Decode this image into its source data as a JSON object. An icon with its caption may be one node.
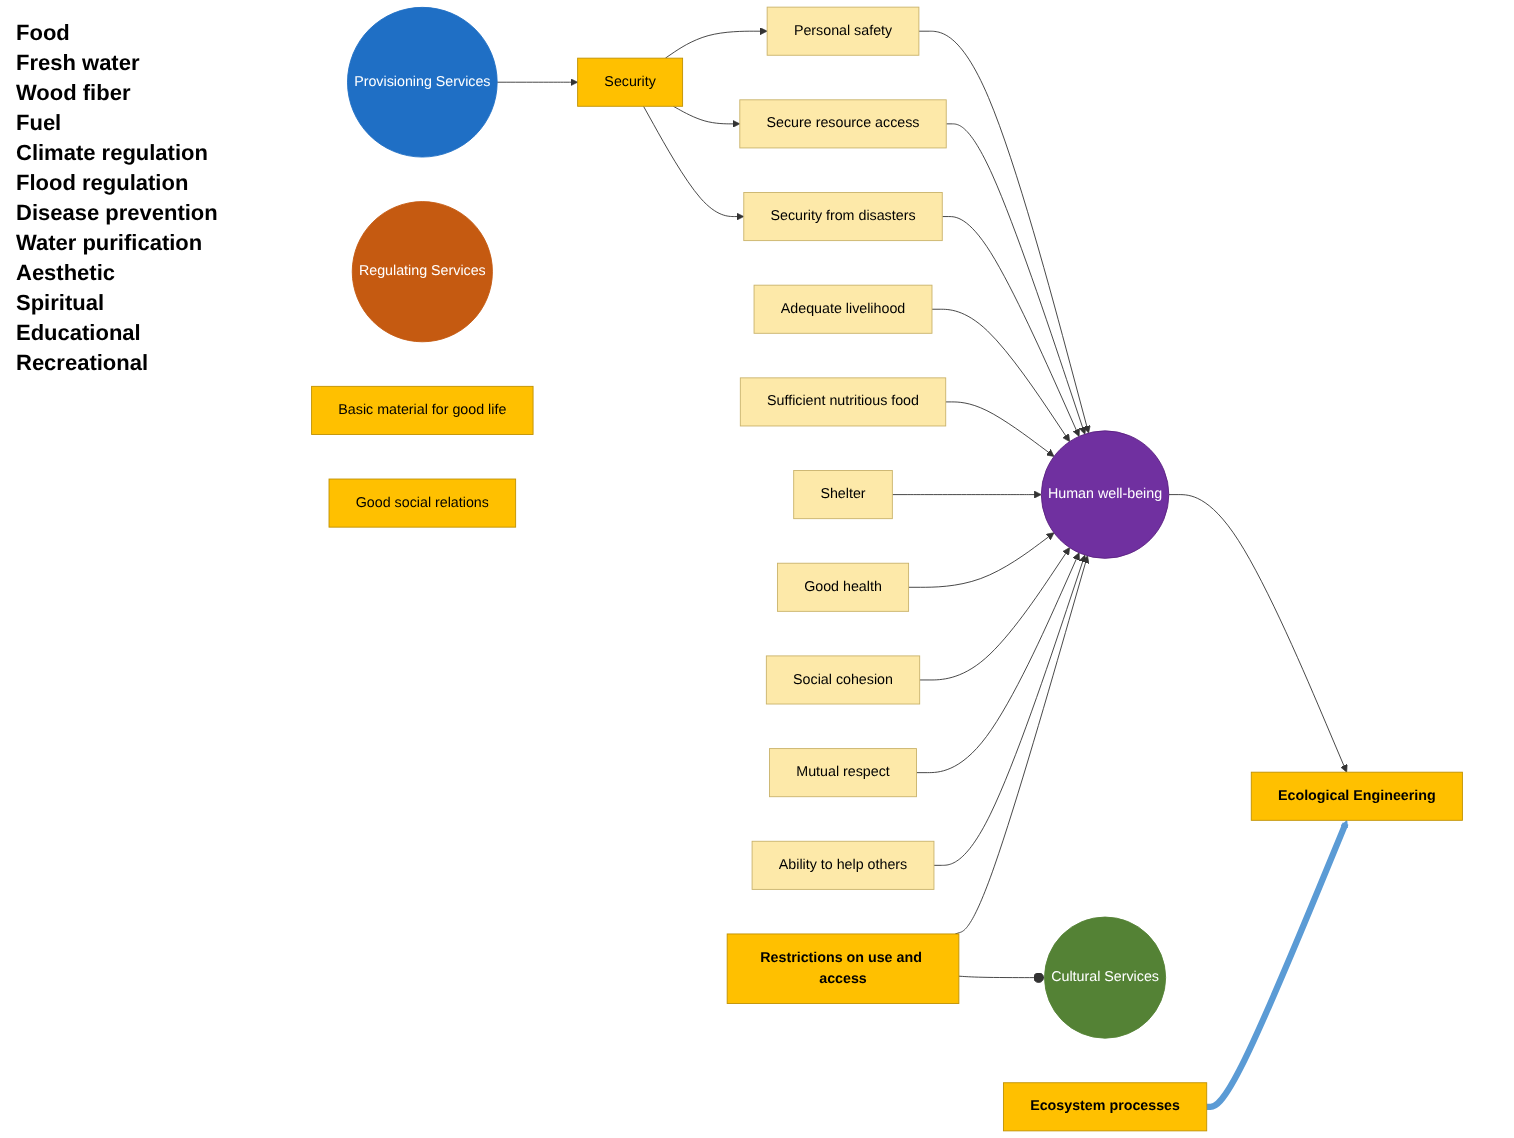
{
  "diagram": {
    "nodes": [
      {
        "text": [
          "Ecosystem processes"
        ]
      },
      {
        "text": [
          "Ecological Engineering"
        ]
      },
      {
        "text": [
          "Provisioning Services"
        ]
      },
      {
        "text": [
          "Security"
        ]
      },
      {
        "text": [
          "Personal safety"
        ]
      },
      {
        "text": [
          "Secure resource access"
        ]
      },
      {
        "text": [
          "Security from disasters"
        ]
      },
      {
        "text": [
          "Human well-being"
        ]
      },
      {
        "text": [
          "Regulating Services"
        ]
      },
      {
        "text": [
          "Basic material for good life"
        ]
      },
      {
        "text": [
          "Adequate livelihood"
        ]
      },
      {
        "text": [
          "Sufficient nutritious food"
        ]
      },
      {
        "text": [
          "Shelter"
        ]
      },
      {
        "text": [
          "Good health"
        ]
      },
      {
        "text": [
          "Cultural Services"
        ]
      },
      {
        "text": [
          "Good social relations"
        ]
      },
      {
        "text": [
          "Social cohesion"
        ]
      },
      {
        "text": [
          "Mutual respect"
        ]
      },
      {
        "text": [
          "Ability to help others"
        ]
      },
      {
        "text": [
          "Restrictions on use and access"
        ]
      }
    ],
    "edges": [
      {
        "from": 0,
        "to": 1,
        "arrow": "to",
        "style": "thick",
        "color": "#5b9bd5"
      },
      {
        "from": 2,
        "to": 3,
        "arrow": "to"
      },
      {
        "from": 3,
        "to": 4,
        "arrow": "to"
      },
      {
        "from": 3,
        "to": 5,
        "arrow": "to"
      },
      {
        "from": 3,
        "to": 6,
        "arrow": "to"
      },
      {
        "from": 4,
        "to": 7,
        "arrow": "to"
      },
      {
        "from": 5,
        "to": 7,
        "arrow": "to"
      },
      {
        "from": 6,
        "to": 7,
        "arrow": "to"
      },
      {
        "from": 7,
        "to": 1,
        "arrow": "to"
      },
      {
        "from": 10,
        "to": 7,
        "arrow": "to"
      },
      {
        "from": 11,
        "to": 7,
        "arrow": "to"
      },
      {
        "from": 12,
        "to": 7,
        "arrow": "to"
      },
      {
        "from": 13,
        "to": 7,
        "arrow": "to"
      },
      {
        "from": 16,
        "to": 7,
        "arrow": "to"
      },
      {
        "from": 17,
        "to": 7,
        "arrow": "to"
      },
      {
        "from": 18,
        "to": 7,
        "arrow": "to"
      },
      {
        "from": 19,
        "to": 7,
        "arrow": "to"
      },
      {
        "from": 19,
        "to": 14,
        "arrow": "other"
      }
    ],
    "labels": [
      "Food",
      "Fresh water",
      "Wood fiber",
      "Fuel",
      "Climate regulation",
      "Flood regulation",
      "Disease prevention",
      "Water purification",
      "Aesthetic",
      "Spiritual",
      "Educational",
      "Recreational"
    ]
  }
}
